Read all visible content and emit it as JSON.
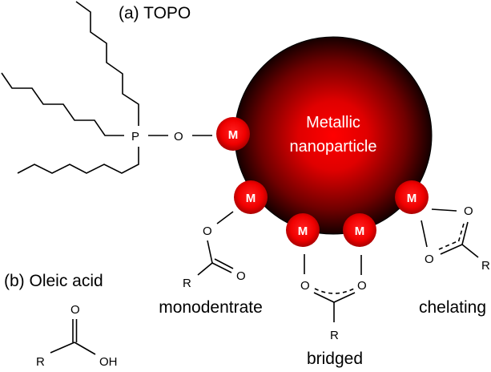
{
  "labels": {
    "topo_title": "(a) TOPO",
    "oleic_title": "(b) Oleic acid",
    "nanoparticle_line1": "Metallic",
    "nanoparticle_line2": "nanoparticle",
    "monodentate": "monodentrate",
    "bridged": "bridged",
    "chelating": "chelating"
  },
  "atoms": {
    "phosphorus": "P",
    "oxygen": "O",
    "metal": "M",
    "r_group": "R",
    "hydroxyl": "OH"
  },
  "colors": {
    "nanoparticle_center": "#ff0000",
    "nanoparticle_edge": "#1a0000",
    "metal_center": "#ff1a1a",
    "metal_edge": "#b00000",
    "text_on_red": "#ffffff",
    "line": "#000000"
  },
  "binding_modes": [
    "monodentrate",
    "bridged",
    "chelating"
  ]
}
